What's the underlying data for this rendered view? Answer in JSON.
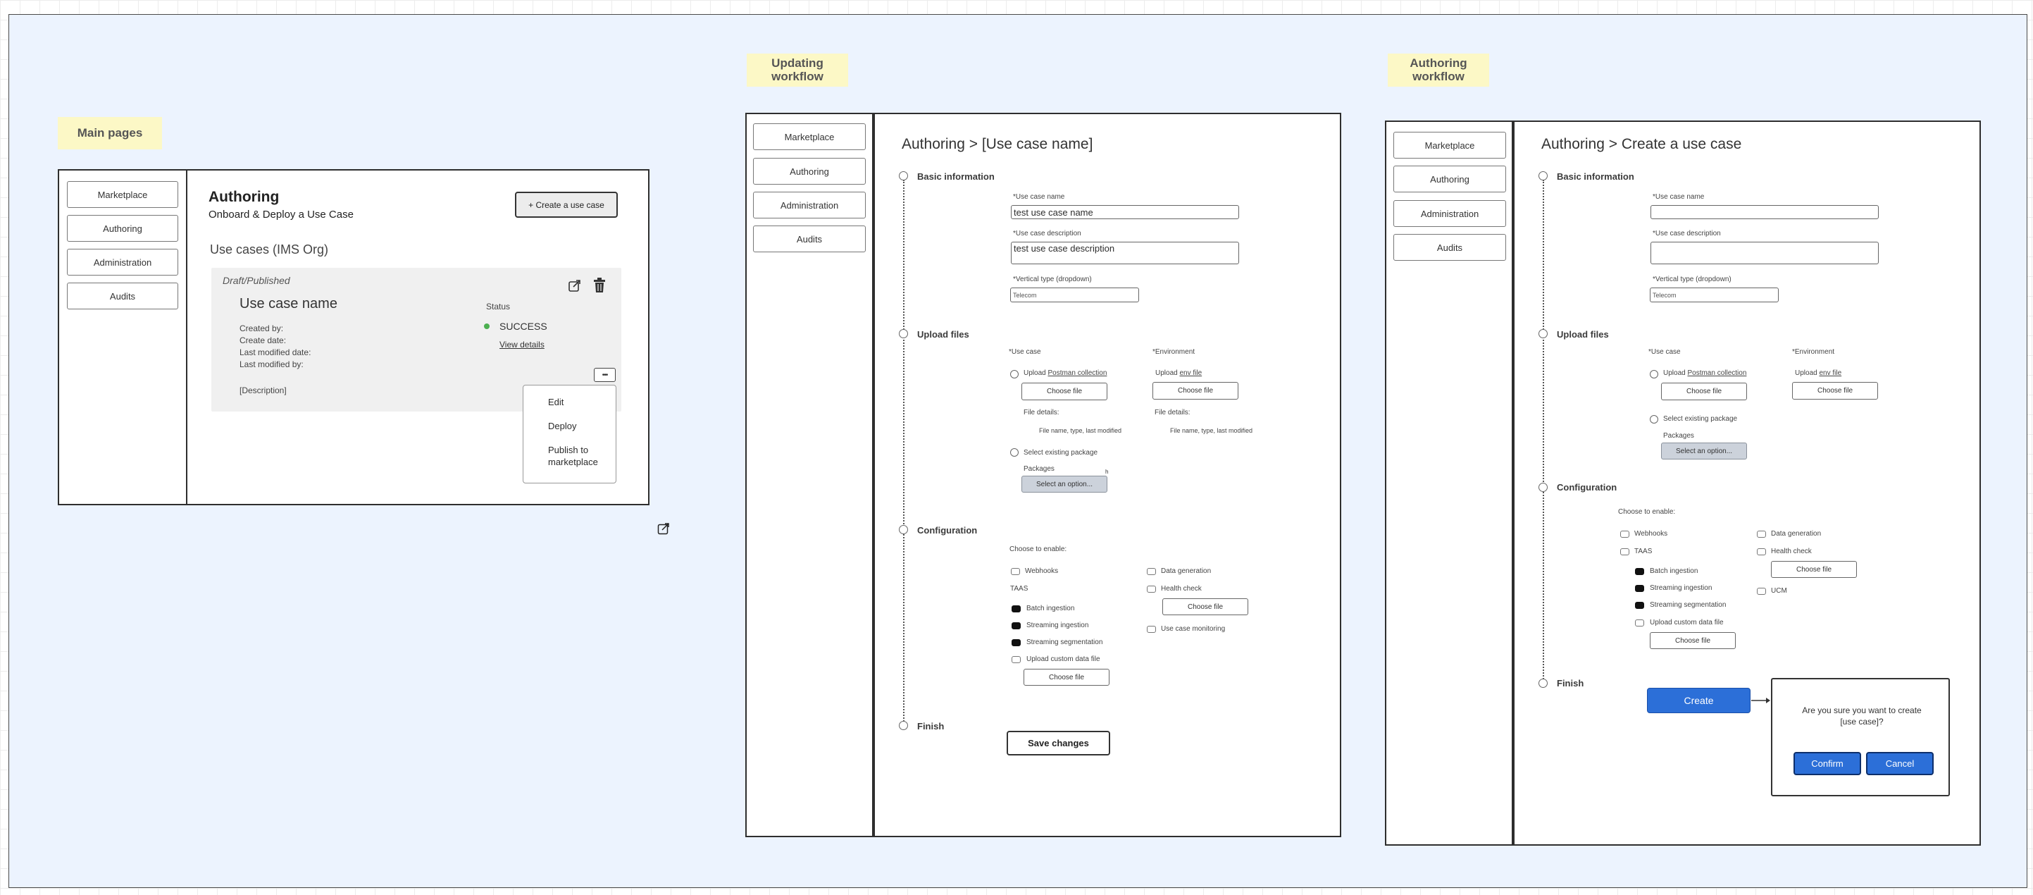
{
  "nav": {
    "marketplace": "Marketplace",
    "authoring": "Authoring",
    "administration": "Administration",
    "audits": "Audits"
  },
  "stickies": {
    "main_pages": "Main pages",
    "updating_workflow": "Updating workflow",
    "authoring_workflow": "Authoring workflow"
  },
  "main": {
    "title": "Authoring",
    "subtitle": "Onboard & Deploy a Use Case",
    "create_button": "+ Create a use case",
    "section": "Use cases (IMS Org)",
    "card": {
      "state": "Draft/Published",
      "name": "Use case name",
      "created_by": "Created by:",
      "create_date": "Create date:",
      "last_modified_date": "Last modified date:",
      "last_modified_by": "Last modified by:",
      "description": "[Description]",
      "status_label": "Status",
      "status_value": "SUCCESS",
      "view_details": "View details",
      "more": "•••"
    },
    "menu": {
      "edit": "Edit",
      "deploy": "Deploy",
      "publish": "Publish to marketplace"
    }
  },
  "update": {
    "title": "Authoring  >  [Use case name]",
    "steps": {
      "basic": "Basic information",
      "upload": "Upload files",
      "config": "Configuration",
      "finish": "Finish"
    },
    "fields": {
      "name_label": "*Use case name",
      "name_value": "test use case name",
      "desc_label": "*Use case description",
      "desc_value": "test use case description",
      "vertical_label": "*Vertical type (dropdown)",
      "vertical_value": "Telecom"
    },
    "upload": {
      "use_case": "*Use case",
      "environment": "*Environment",
      "upload_postman_prefix": "Upload ",
      "postman": "Postman collection",
      "upload_env_prefix": "Upload ",
      "env_file": "env file",
      "choose_file": "Choose file",
      "file_details": "File details:",
      "file_meta": "File name, type, last modified",
      "select_existing": "Select existing package",
      "packages": "Packages",
      "select_option": "Select an option..."
    },
    "config": {
      "choose": "Choose to enable:",
      "webhooks": "Webhooks",
      "taas": "TAAS",
      "batch": "Batch ingestion",
      "streaming": "Streaming ingestion",
      "segmentation": "Streaming segmentation",
      "custom": "Upload custom data file",
      "choose_file": "Choose file",
      "datagen": "Data generation",
      "health": "Health check",
      "monitoring": "Use case monitoring"
    },
    "save": "Save changes"
  },
  "create": {
    "title": "Authoring  >  Create a use case",
    "steps": {
      "basic": "Basic information",
      "upload": "Upload files",
      "config": "Configuration",
      "finish": "Finish"
    },
    "fields": {
      "name_label": "*Use case name",
      "desc_label": "*Use case description",
      "vertical_label": "*Vertical type (dropdown)",
      "vertical_value": "Telecom"
    },
    "upload": {
      "use_case": "*Use case",
      "environment": "*Environment",
      "upload_postman_prefix": "Upload ",
      "postman": "Postman collection",
      "upload_env_prefix": "Upload ",
      "env_file": "env file",
      "choose_file": "Choose file",
      "select_existing": "Select existing package",
      "packages": "Packages",
      "select_option": "Select an option..."
    },
    "config": {
      "choose": "Choose to enable:",
      "webhooks": "Webhooks",
      "taas": "TAAS",
      "batch": "Batch ingestion",
      "streaming": "Streaming ingestion",
      "segmentation": "Streaming segmentation",
      "custom": "Upload custom data file",
      "choose_file": "Choose file",
      "datagen": "Data generation",
      "health": "Health check",
      "ucm": "UCM"
    },
    "create_button": "Create",
    "dialog": {
      "message": "Are you sure you want to create [use case]?",
      "confirm": "Confirm",
      "cancel": "Cancel"
    }
  },
  "colors": {
    "board": "#ecf3fe",
    "sticky": "#fcf8c6",
    "primary": "#2c6fd8",
    "success": "#4caf50"
  }
}
